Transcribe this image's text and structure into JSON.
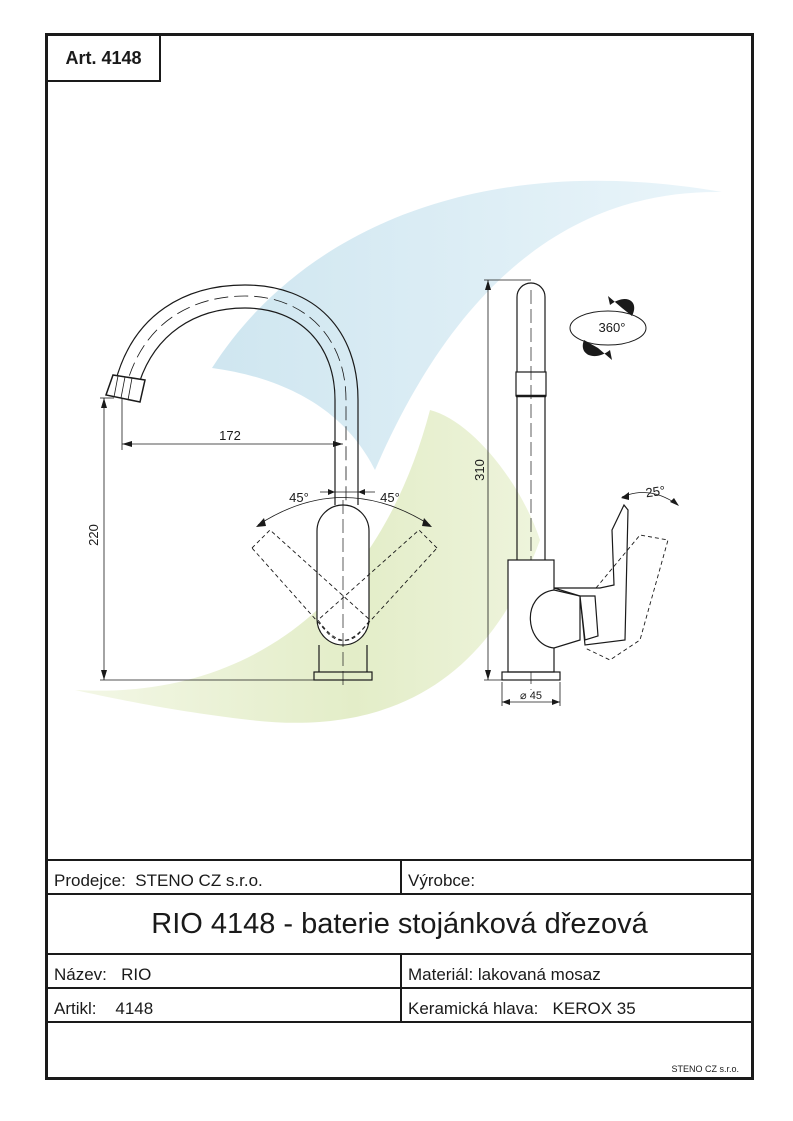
{
  "header": {
    "article": "Art. 4148"
  },
  "drawing": {
    "dim_reach": "172",
    "dim_height_left": "220",
    "dim_angle_left": "45°",
    "dim_angle_right": "45°",
    "dim_height_right": "310",
    "dim_rotation": "360°",
    "dim_tilt": "25°",
    "dim_diameter": "⌀ 45"
  },
  "info": {
    "seller": "Prodejce:  STENO CZ s.r.o.",
    "manufacturer": "Výrobce:",
    "title": "RIO 4148 - baterie stojánková dřezová",
    "name": "Název:   RIO",
    "material": "Materiál: lakovaná mosaz",
    "article": "Artikl:    4148",
    "cartridge": "Keramická hlava:   KEROX 35",
    "brand": "STENO CZ s.r.o."
  },
  "colors": {
    "ink": "#1a1a1a",
    "logo_blue": "#d4eaf3",
    "logo_green": "#e6efcf"
  }
}
